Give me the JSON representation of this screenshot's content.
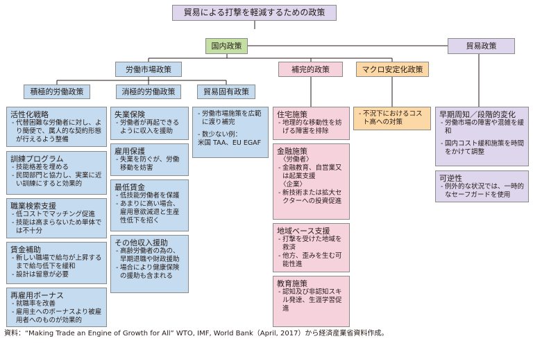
{
  "title": "貿易による打撃を軽減するための政策",
  "domestic": "国内政策",
  "trade_policy": "貿易政策",
  "labor_market": "労働市場政策",
  "complementary": "補完的政策",
  "macro": "マクロ安定化政策",
  "active": "積極的労働政策",
  "passive": "消極的労働政策",
  "trade_specific": "貿易固有政策",
  "col_active": [
    {
      "title": "活性化戦略",
      "items": [
        "代替困難な労働者に対し、より簡便で、属人的な契約形態が行えるよう整備"
      ]
    },
    {
      "title": "訓練プログラム",
      "items": [
        "技能格差を埋める",
        "民間部門と協力し、実業に近い訓練にすると効果的"
      ]
    },
    {
      "title": "職業検索支援",
      "items": [
        "低コストでマッチング促進",
        "技能は高まらないため単体では不十分"
      ]
    },
    {
      "title": "賃金補助",
      "items": [
        "新しい職場で給与が上昇するまで給与低下を緩和",
        "設計は留意が必要"
      ]
    },
    {
      "title": "再雇用ボーナス",
      "items": [
        "就職率を改善",
        "雇用主へのボーナスより被雇用者へのものが効果的"
      ]
    }
  ],
  "col_passive": [
    {
      "title": "失業保険",
      "items": [
        "労働者が再起できるように収入を援助"
      ]
    },
    {
      "title": "雇用保護",
      "items": [
        "失業を防ぐが、労働移動を妨害"
      ]
    },
    {
      "title": "最低賃金",
      "items": [
        "低技能労働者を保護",
        "あまりに高い場合、雇用意欲減退と生産性低下を招く"
      ]
    },
    {
      "title": "その他収入援助",
      "items": [
        "高齢労働者の為の、早期退職や財政援助",
        "場合により健康保険の援助も含まれる"
      ]
    }
  ],
  "trade_specific_panel": {
    "items": [
      "労働市場施策を広範に渡り補完"
    ],
    "example_label": "数少ない例：",
    "example": "米国 TAA、EU EGAF"
  },
  "col_complementary": [
    {
      "title": "住宅施策",
      "items": [
        "地理的な移動性を妨げる障害を排除"
      ]
    },
    {
      "title": "金融施策",
      "groups": [
        {
          "label": "〈労働者〉",
          "items": [
            "金融教育、自営業又は起業支援"
          ]
        },
        {
          "label": "〈企業〉",
          "items": [
            "新技術または拡大セクターへの投資促進"
          ]
        }
      ]
    },
    {
      "title": "地域ベース支援",
      "items": [
        "打撃を受けた地域を救済",
        "他方、歪みを生む可能性進"
      ]
    },
    {
      "title": "教育施策",
      "items": [
        "認知及び非認知スキル発達、生涯学習促進"
      ]
    }
  ],
  "macro_panel": {
    "items": [
      "不況下におけるコスト高への対策"
    ]
  },
  "col_trade": [
    {
      "title": "早期周知／段階的変化",
      "items": [
        "労働市場の障害や混雑を緩和",
        "国内コスト緩和施策を時間をかけて調整"
      ]
    },
    {
      "title": "可逆性",
      "items": [
        "例外的な状況では、一時的なセーフガードを使用"
      ]
    }
  ],
  "source": "資料：“Making Trade an Engine of Growth for All” WTO, IMF, World Bank（April, 2017）から経済産業省資料作成。",
  "colors": {
    "purple": "#ddd6ec",
    "green": "#c3dfa4",
    "blue": "#c5dcf0",
    "pink": "#f6d2dd",
    "orange": "#fbd8a6",
    "line": "#231815"
  }
}
